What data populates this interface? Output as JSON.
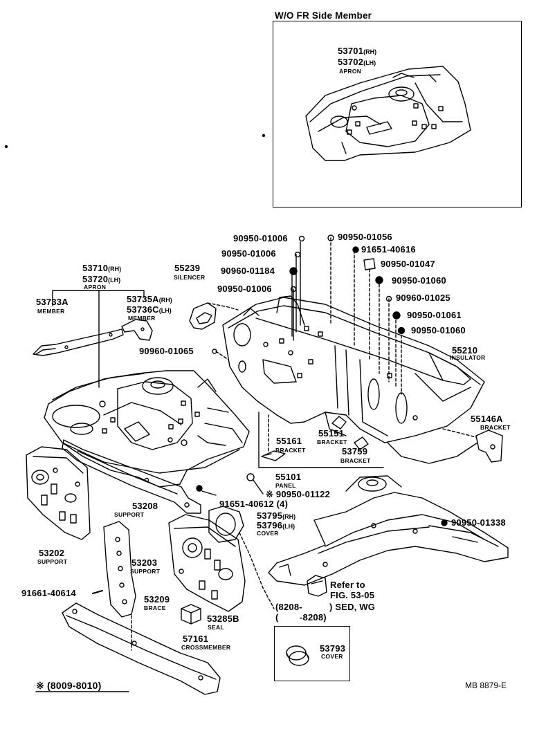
{
  "inset": {
    "title": "W/O FR Side Member"
  },
  "labels": {
    "apron_inset_rh": "53701",
    "apron_inset_rh_side": "(RH)",
    "apron_inset_lh": "53702",
    "apron_inset_lh_side": "(LH)",
    "apron_inset_name": "APRON",
    "p90950_01006_a": "90950-01006",
    "p90950_01056": "90950-01056",
    "p90950_01006_b": "90950-01006",
    "p91651_40616": "91651-40616",
    "p90950_01047": "90950-01047",
    "p90960_01184": "90960-01184",
    "p90950_01060_a": "90950-01060",
    "p90950_01006_c": "90950-01006",
    "p90960_01025": "90960-01025",
    "p90950_01061": "90950-01061",
    "p90950_01060_b": "90950-01060",
    "apron_rh": "53710",
    "apron_rh_side": "(RH)",
    "apron_lh": "53720",
    "apron_lh_side": "(LH)",
    "apron_name": "APRON",
    "silencer": "55239",
    "silencer_name": "SILENCER",
    "member_a": "53733A",
    "member_a_name": "MEMBER",
    "member_b_rh": "53735A",
    "member_b_rh_side": "(RH)",
    "member_b_lh": "53736C",
    "member_b_lh_side": "(LH)",
    "member_b_name": "MEMBER",
    "p90960_01065": "90960-01065",
    "insulator": "55210",
    "insulator_name": "INSULATOR",
    "bracket_55146a": "55146A",
    "bracket_55146a_name": "BRACKET",
    "bracket_55161": "55161",
    "bracket_55161_name": "BRACKET",
    "bracket_55151": "55151",
    "bracket_55151_name": "BRACKET",
    "bracket_53759": "53759",
    "bracket_53759_name": "BRACKET",
    "panel": "55101",
    "panel_name": "PANEL",
    "p90950_01122": "※ 90950-01122",
    "support_53208": "53208",
    "support_53208_name": "SUPPORT",
    "p91651_40612": "91651-40612 (4)",
    "cover_rh": "53795",
    "cover_rh_side": "(RH)",
    "cover_lh": "53796",
    "cover_lh_side": "(LH)",
    "cover_name": "COVER",
    "p90950_01338": "90950-01338",
    "support_53202": "53202",
    "support_53202_name": "SUPPORT",
    "support_53203": "53203",
    "support_53203_name": "SUPPORT",
    "refer_to": "Refer to",
    "fig_ref": "FIG. 53-05",
    "date_range_a": "(8208-",
    "models": ") SED, WG",
    "date_range_b": "(        -8208)",
    "p91661_40614": "91661-40614",
    "brace": "53209",
    "brace_name": "BRACE",
    "seal": "53285B",
    "seal_name": "SEAL",
    "crossmember": "57161",
    "crossmember_name": "CROSSMEMBER",
    "cover_53793": "53793",
    "cover_53793_name": "COVER",
    "footnote": "※  (8009-8010)",
    "diagram_code": "MB 8879-E"
  }
}
